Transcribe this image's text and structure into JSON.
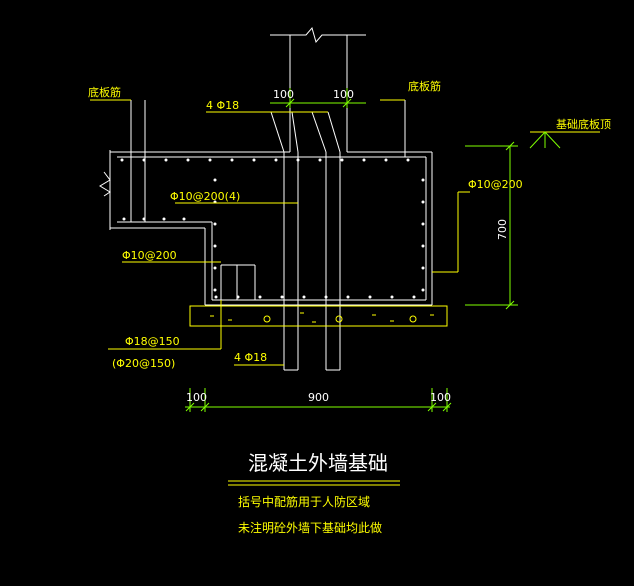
{
  "labels": {
    "bottom_bar_left": "底板筋",
    "bottom_bar_right": "底板筋",
    "foundation_top": "基础底板顶",
    "top_bars": "4 Φ18",
    "stirrup": "Φ10@200(4)",
    "left_dist": "Φ10@200",
    "right_dist": "Φ10@200",
    "bottom_main": "Φ18@150",
    "bottom_main_alt": "(Φ20@150)",
    "bottom_bars": "4 Φ18"
  },
  "dimensions": {
    "wall_left": "100",
    "wall_right": "100",
    "height": "700",
    "bottom_left": "100",
    "bottom_width": "900",
    "bottom_right": "100"
  },
  "title": "混凝土外墙基础",
  "notes": [
    "括号中配筋用于人防区域",
    "未注明砼外墙下基础均此做"
  ],
  "colors": {
    "rebar": "#ffffff",
    "leader": "#ffff00",
    "dimension": "#7fff00",
    "concrete": "#ffff00"
  }
}
